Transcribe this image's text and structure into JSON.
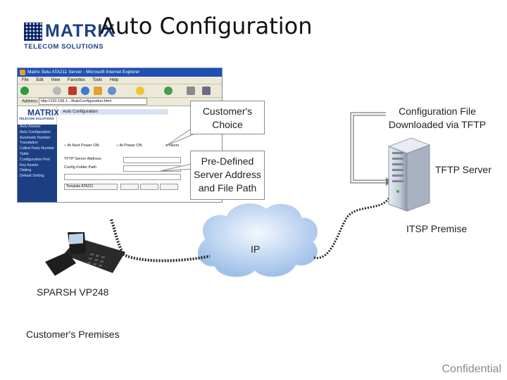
{
  "header": {
    "logo_word": "MATRIX",
    "logo_sub": "TELECOM SOLUTIONS",
    "title": "Auto Configuration"
  },
  "browser": {
    "window_title": "Matrix Setu ATA211 Server - Microsoft Internet Explorer",
    "menu": [
      "File",
      "Edit",
      "View",
      "Favorites",
      "Tools",
      "Help"
    ],
    "address_label": "Address",
    "address_value": "http://192.168.1.../AutoConfiguration.html",
    "side_logo": "MATRIX",
    "side_logo_sub": "TELECOM SOLUTIONS",
    "side_items": [
      "Auto Answer",
      "Auto Configuration",
      "Automatic Number",
      "Translation",
      "Called Party Number",
      "Table",
      "Configuration Port",
      "Key Assets",
      "Dialing",
      "Default Setting"
    ],
    "tab_label": "Auto Configuration",
    "radio_options": [
      "At Next Power ON",
      "At Power ON",
      "Never"
    ],
    "rows": [
      "TFTP Server Address",
      "Config Folder Path",
      "",
      "Template ATA211"
    ]
  },
  "callouts": {
    "customers_choice": [
      "Customer's",
      "Choice"
    ],
    "predefined": [
      "Pre-Defined",
      "Server Address",
      "and File Path"
    ]
  },
  "labels": {
    "config_file": [
      "Configuration File",
      "Downloaded via TFTP"
    ],
    "tftp_server": "TFTP Server",
    "itsp_premise": "ITSP Premise",
    "ip": "IP",
    "phone": "SPARSH VP248",
    "customer_premises": "Customer's Premises",
    "confidential": "Confidential"
  },
  "colors": {
    "brand": "#1b3f8a",
    "cloud": "#cfe0f7",
    "dotted_link": "#1a1a1a"
  }
}
